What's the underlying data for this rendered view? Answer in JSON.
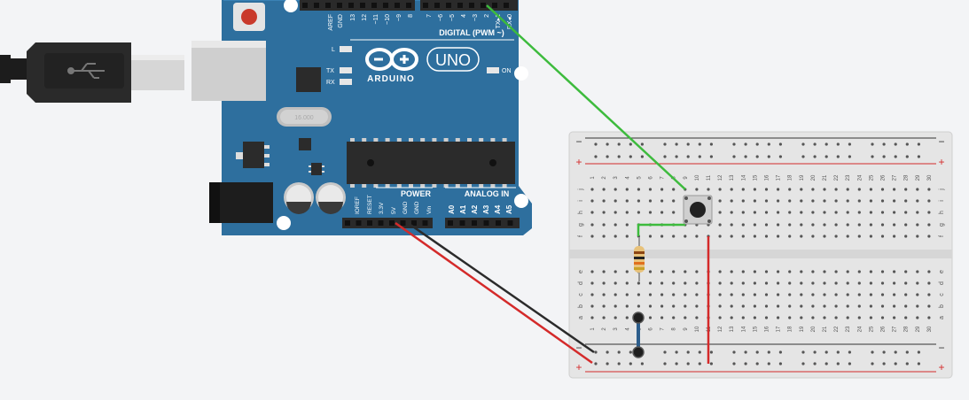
{
  "arduino": {
    "model_text": "UNO",
    "brand_text": "ARDUINO",
    "digital_label": "DIGITAL (PWM ~)",
    "power_label": "POWER",
    "analog_label": "ANALOG IN",
    "digital_pins": [
      "AREF",
      "GND",
      "13",
      "12",
      "~11",
      "~10",
      "~9",
      "8",
      "7",
      "~6",
      "~5",
      "4",
      "~3",
      "2",
      "TX▸1",
      "RX◂0"
    ],
    "power_pins": [
      "IOREF",
      "RESET",
      "3.3V",
      "5V",
      "GND",
      "GND",
      "Vin"
    ],
    "analog_pins": [
      "A0",
      "A1",
      "A2",
      "A3",
      "A4",
      "A5"
    ],
    "led_l": "L",
    "led_tx": "TX",
    "led_rx": "RX",
    "led_on": "ON",
    "crystal_text": "16.000",
    "board_color": "#2e6f9e"
  },
  "breadboard": {
    "row_letters_top": [
      "j",
      "i",
      "h",
      "g",
      "f"
    ],
    "row_letters_bottom": [
      "e",
      "d",
      "c",
      "b",
      "a"
    ],
    "column_numbers": [
      "1",
      "2",
      "3",
      "4",
      "5",
      "6",
      "7",
      "8",
      "9",
      "10",
      "11",
      "12",
      "13",
      "14",
      "15",
      "16",
      "17",
      "18",
      "19",
      "20",
      "21",
      "22",
      "23",
      "24",
      "25",
      "26",
      "27",
      "28",
      "29",
      "30"
    ],
    "minus_label": "−",
    "plus_label": "+"
  },
  "wires": [
    {
      "name": "green-wire-pin2",
      "color": "#3dbb3d"
    },
    {
      "name": "red-wire-5v",
      "color": "#d42a2a"
    },
    {
      "name": "black-wire-gnd",
      "color": "#2b2b2b"
    },
    {
      "name": "red-wire-button",
      "color": "#d42a2a"
    },
    {
      "name": "green-wire-jumper",
      "color": "#3dbb3d"
    },
    {
      "name": "blue-wire-jumper",
      "color": "#2d5e8c"
    }
  ]
}
